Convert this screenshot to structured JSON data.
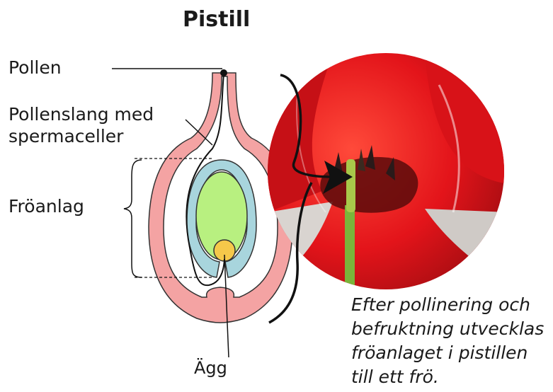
{
  "title": "Pistill",
  "labels": {
    "pollen": "Pollen",
    "pollen_tube_line1": "Pollenslang med",
    "pollen_tube_line2": "spermaceller",
    "ovule": "Fröanlag",
    "egg": "Ägg"
  },
  "caption": [
    "Efter pollinering och",
    "befruktning utvecklas",
    "fröanlaget i pistillen",
    "till ett frö."
  ],
  "colors": {
    "pistil_wall": "#f4a3a3",
    "ovule_coat": "#a8d5dd",
    "ovule_inner": "#b8f080",
    "egg": "#f5c84a",
    "flower_red": "#e3141a"
  }
}
